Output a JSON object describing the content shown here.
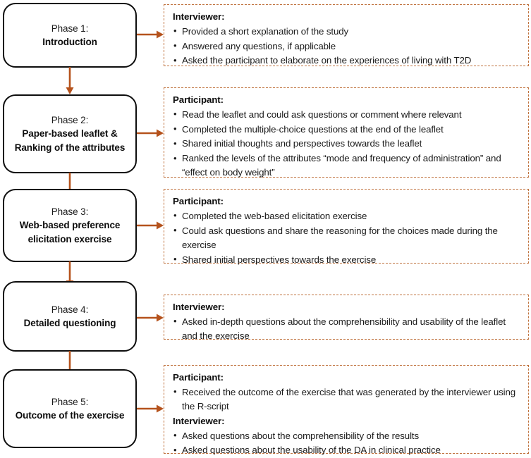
{
  "diagram": {
    "title": "Interview phases flowchart",
    "accent_arrow_color": "#b5521c",
    "detail_border_color": "#c0733f",
    "phase_border_color": "#0d0d0d"
  },
  "phases": [
    {
      "id": "phase-1",
      "label": "Phase 1:",
      "title": "Introduction",
      "detail": {
        "heading": "Interviewer:",
        "bullets": [
          "Provided a short explanation of the study",
          "Answered any questions, if applicable",
          "Asked the participant to elaborate on the experiences of living with T2D"
        ]
      }
    },
    {
      "id": "phase-2",
      "label": "Phase 2:",
      "title": "Paper-based leaflet & Ranking of the attributes",
      "detail": {
        "heading": "Participant:",
        "bullets": [
          "Read the leaflet and could ask questions or comment where relevant",
          "Completed the multiple-choice questions at the end of the leaflet",
          "Shared initial thoughts and perspectives towards the leaflet",
          "Ranked the levels of the attributes “mode and frequency of administration” and “effect on body weight”"
        ]
      }
    },
    {
      "id": "phase-3",
      "label": "Phase 3:",
      "title": "Web-based preference elicitation exercise",
      "detail": {
        "heading": "Participant:",
        "bullets": [
          "Completed the web-based elicitation exercise",
          "Could ask questions and share the reasoning for the choices made during the exercise",
          "Shared initial perspectives towards the exercise"
        ]
      }
    },
    {
      "id": "phase-4",
      "label": "Phase 4:",
      "title": "Detailed questioning",
      "detail": {
        "heading": "Interviewer:",
        "bullets": [
          "Asked in-depth questions about the comprehensibility and usability of the leaflet and the exercise"
        ]
      }
    },
    {
      "id": "phase-5",
      "label": "Phase 5:",
      "title": "Outcome of the exercise",
      "detail": {
        "heading": "Participant:",
        "bullets": [
          "Received the outcome of the exercise that was generated by the interviewer using the R-script"
        ],
        "heading2": "Interviewer:",
        "bullets2": [
          "Asked questions about the comprehensibility of the results",
          "Asked questions about the usability of the DA in clinical practice"
        ]
      }
    }
  ]
}
